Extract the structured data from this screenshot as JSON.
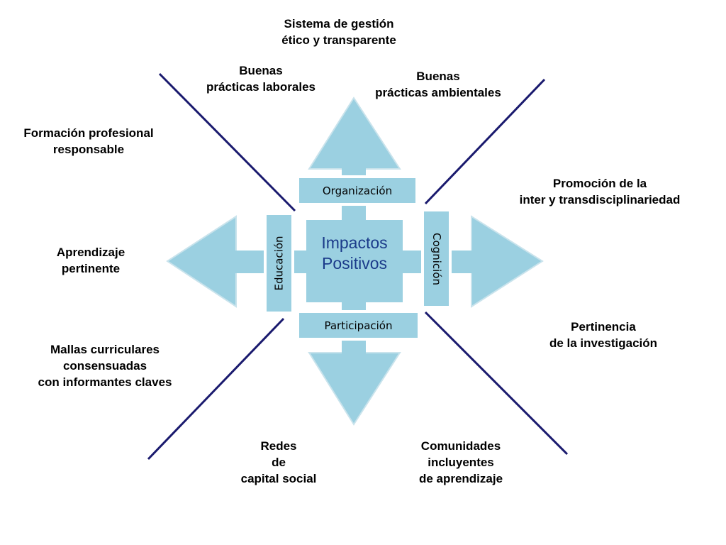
{
  "diagram": {
    "center": [
      "Impactos",
      "Positivos"
    ],
    "boxes": {
      "top": "Organización",
      "bottom": "Participación",
      "left": "Educación",
      "right": "Cognición"
    },
    "labels": {
      "sistema": [
        "Sistema de gestión",
        "ético y transparente"
      ],
      "laborales": [
        "Buenas",
        "prácticas laborales"
      ],
      "ambientales": [
        "Buenas",
        "prácticas ambientales"
      ],
      "formacion": [
        "Formación profesional",
        "responsable"
      ],
      "promocion": [
        "Promoción de la",
        "inter y transdisciplinariedad"
      ],
      "aprendizaje": [
        "Aprendizaje",
        "pertinente"
      ],
      "pertinencia": [
        "Pertinencia",
        "de la investigación"
      ],
      "mallas": [
        "Mallas curriculares",
        "consensuadas",
        "con informantes claves"
      ],
      "redes": [
        "Redes",
        "de",
        "capital social"
      ],
      "comunidades": [
        "Comunidades",
        "incluyentes",
        "de  aprendizaje"
      ]
    },
    "colors": {
      "arrow_fill": "#9bd0e1",
      "arrow_stroke": "#c9e3ec",
      "divider_line": "#1a1a6e",
      "center_text": "#1b3b8a"
    }
  }
}
